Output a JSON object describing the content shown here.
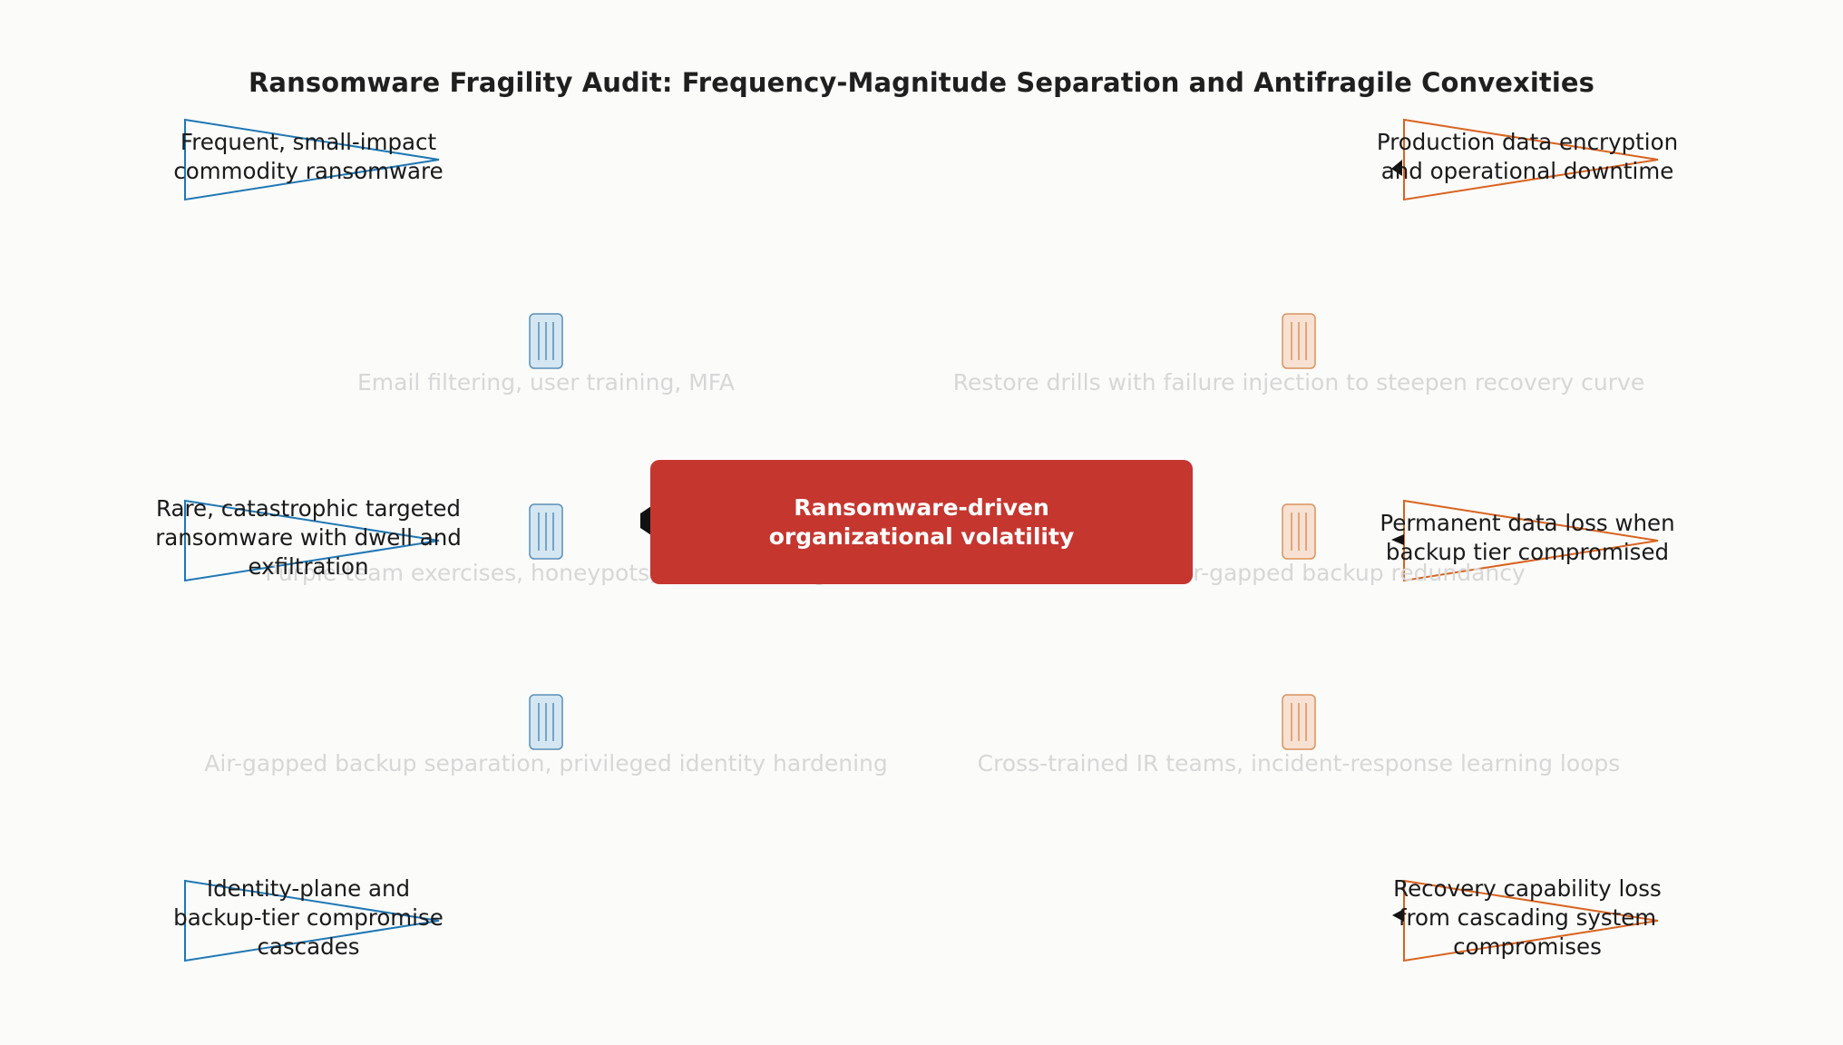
{
  "title": "Ransomware Fragility Audit: Frequency-Magnitude Separation and Antifragile Convexities",
  "center": {
    "line1": "Ransomware-driven",
    "line2": "organizational volatility"
  },
  "threats": [
    {
      "lines": [
        "Frequent, small-impact",
        "commodity ransomware"
      ]
    },
    {
      "lines": [
        "Rare, catastrophic targeted",
        "ransomware with dwell and",
        "exfiltration"
      ]
    },
    {
      "lines": [
        "Identity-plane and",
        "backup-tier compromise",
        "cascades"
      ]
    }
  ],
  "impacts": [
    {
      "lines": [
        "Production data encryption",
        "and operational downtime"
      ]
    },
    {
      "lines": [
        "Permanent data loss when",
        "backup tier compromised"
      ]
    },
    {
      "lines": [
        "Recovery capability loss",
        "from cascading system",
        "compromises"
      ]
    }
  ],
  "left_controls": [
    "Email filtering, user training, MFA",
    "Purple-team exercises, honeypots, threat hunting",
    "Air-gapped backup separation, privileged identity hardening"
  ],
  "right_controls": [
    "Restore drills with failure injection to steepen recovery curve",
    "Diverse, air-gapped backup redundancy",
    "Cross-trained IR teams, incident-response learning loops"
  ],
  "colors": {
    "threat": "#1f77b4",
    "impact": "#d9631e",
    "center": "#c5362f",
    "left_barrier_fill": "#d4e6f1",
    "right_barrier_fill": "#f8e1d2",
    "background": "#fbfbfa"
  },
  "icons": {
    "barrier": "barrier-gate-icon",
    "threat": "triangle-flag-icon",
    "impact": "triangle-flag-icon"
  }
}
